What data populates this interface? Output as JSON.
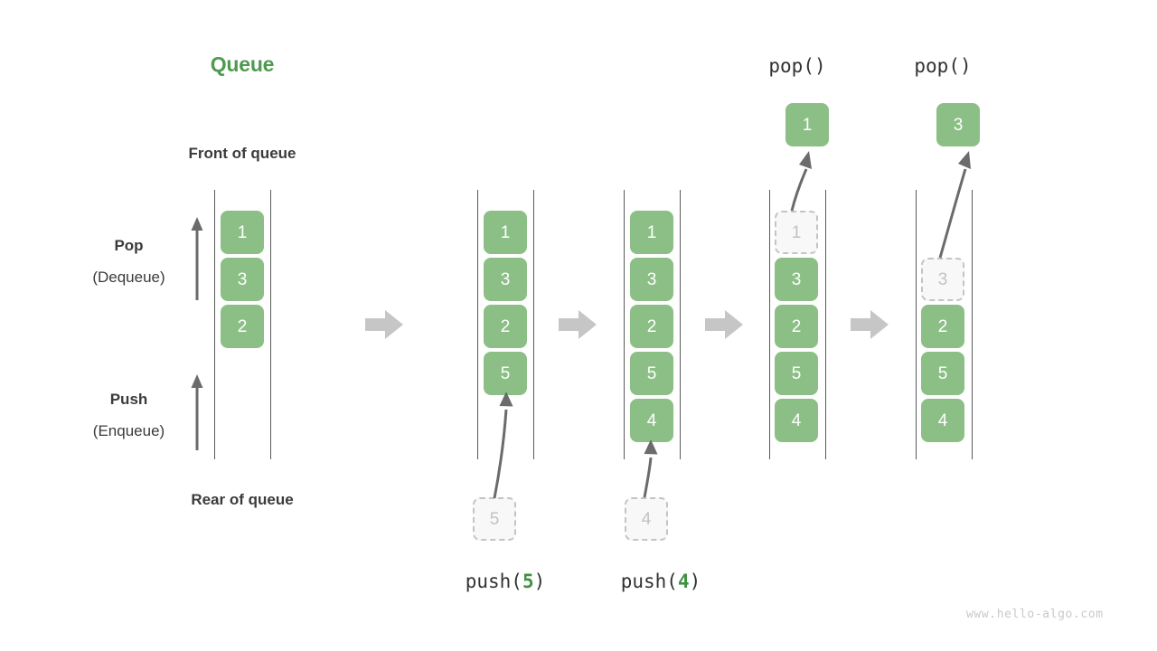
{
  "diagram": {
    "title": "Queue",
    "watermark": "www.hello-algo.com",
    "labels": {
      "front": "Front of queue",
      "rear": "Rear of queue",
      "pop_bold": "Pop",
      "pop_paren": "(Dequeue)",
      "push_bold": "Push",
      "push_paren": "(Enqueue)"
    },
    "colors": {
      "element_fill": "#8cbf86",
      "element_text": "#ffffff",
      "ghost_fill": "#f8f8f8",
      "ghost_border": "#c4c4c4",
      "ghost_text": "#c2c2c2",
      "title_green": "#4e9a4e",
      "accent_green": "#3f9142",
      "rail": "#5a5a5a",
      "arrow_gray": "#6b6b6b",
      "block_arrow": "#c6c6c6",
      "text": "#3b3b3b",
      "watermark": "#c9c9c9"
    },
    "stages": [
      {
        "id": "initial",
        "caption_top": "",
        "caption_bottom": "",
        "elements": [
          "1",
          "3",
          "2"
        ],
        "ghost": null,
        "incoming": null,
        "outgoing": null
      },
      {
        "id": "push-5",
        "caption_top": "",
        "caption_bottom": "push(5)",
        "caption_bottom_op": "push",
        "caption_bottom_arg": "5",
        "elements": [
          "1",
          "3",
          "2",
          "5"
        ],
        "ghost": null,
        "incoming": "5",
        "outgoing": null
      },
      {
        "id": "push-4",
        "caption_top": "",
        "caption_bottom": "push(4)",
        "caption_bottom_op": "push",
        "caption_bottom_arg": "4",
        "elements": [
          "1",
          "3",
          "2",
          "5",
          "4"
        ],
        "ghost": null,
        "incoming": "4",
        "outgoing": null
      },
      {
        "id": "pop-1",
        "caption_top": "pop()",
        "caption_bottom": "",
        "elements": [
          "3",
          "2",
          "5",
          "4"
        ],
        "ghost": "1",
        "ghost_slot": 0,
        "incoming": null,
        "outgoing": "1"
      },
      {
        "id": "pop-3",
        "caption_top": "pop()",
        "caption_bottom": "",
        "elements": [
          "2",
          "5",
          "4"
        ],
        "ghost": "3",
        "ghost_slot": 1,
        "incoming": null,
        "outgoing": "3"
      }
    ],
    "separators": [
      "block-arrow-1",
      "block-arrow-2",
      "block-arrow-3",
      "block-arrow-4"
    ]
  }
}
